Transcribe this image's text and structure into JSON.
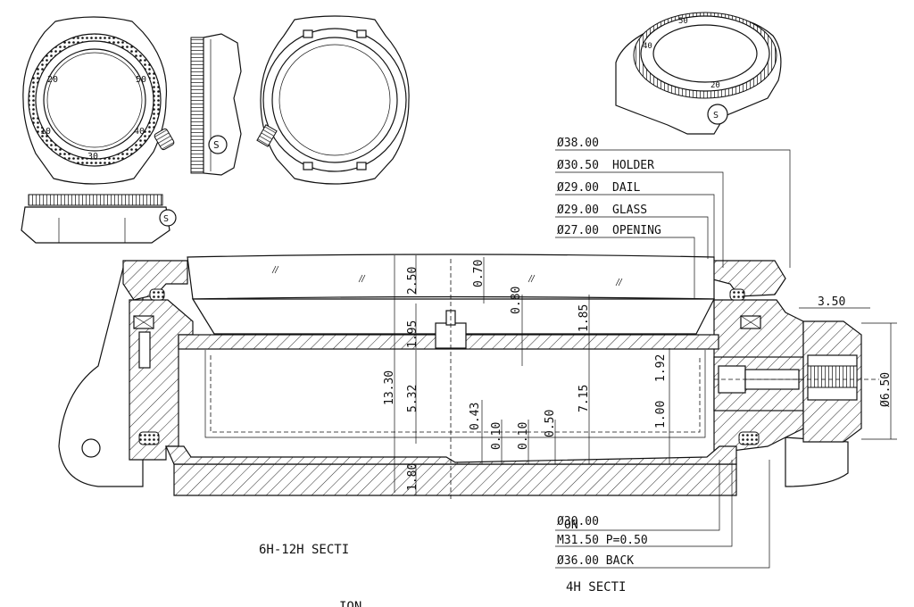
{
  "callouts": [
    {
      "dia": "Ø38.00",
      "name": ""
    },
    {
      "dia": "Ø30.50",
      "name": "HOLDER"
    },
    {
      "dia": "Ø29.00",
      "name": "DAIL"
    },
    {
      "dia": "Ø29.00",
      "name": "GLASS"
    },
    {
      "dia": "Ø27.00",
      "name": "OPENING"
    }
  ],
  "bottom_callouts": [
    {
      "text": "Ø30.00"
    },
    {
      "text": "M31.50 P=0.50"
    },
    {
      "text": "Ø36.00 BACK"
    }
  ],
  "dims": {
    "h2_50": "2.50",
    "h0_70": "0.70",
    "h0_80": "0.80",
    "h1_95": "1.95",
    "h1_85": "1.85",
    "h13_30": "13.30",
    "h5_32": "5.32",
    "h7_15": "7.15",
    "h0_43": "0.43",
    "h0_10a": "0.10",
    "h0_10b": "0.10",
    "h0_50": "0.50",
    "h1_92": "1.92",
    "h1_00": "1.00",
    "h1_80": "1.80",
    "crown_len": "3.50",
    "crown_dia": "Ø6.50"
  },
  "captions": {
    "left": "6H-12H SECTI",
    "right": "4H SECTI",
    "bottom": "ION",
    "stray": "ON"
  }
}
